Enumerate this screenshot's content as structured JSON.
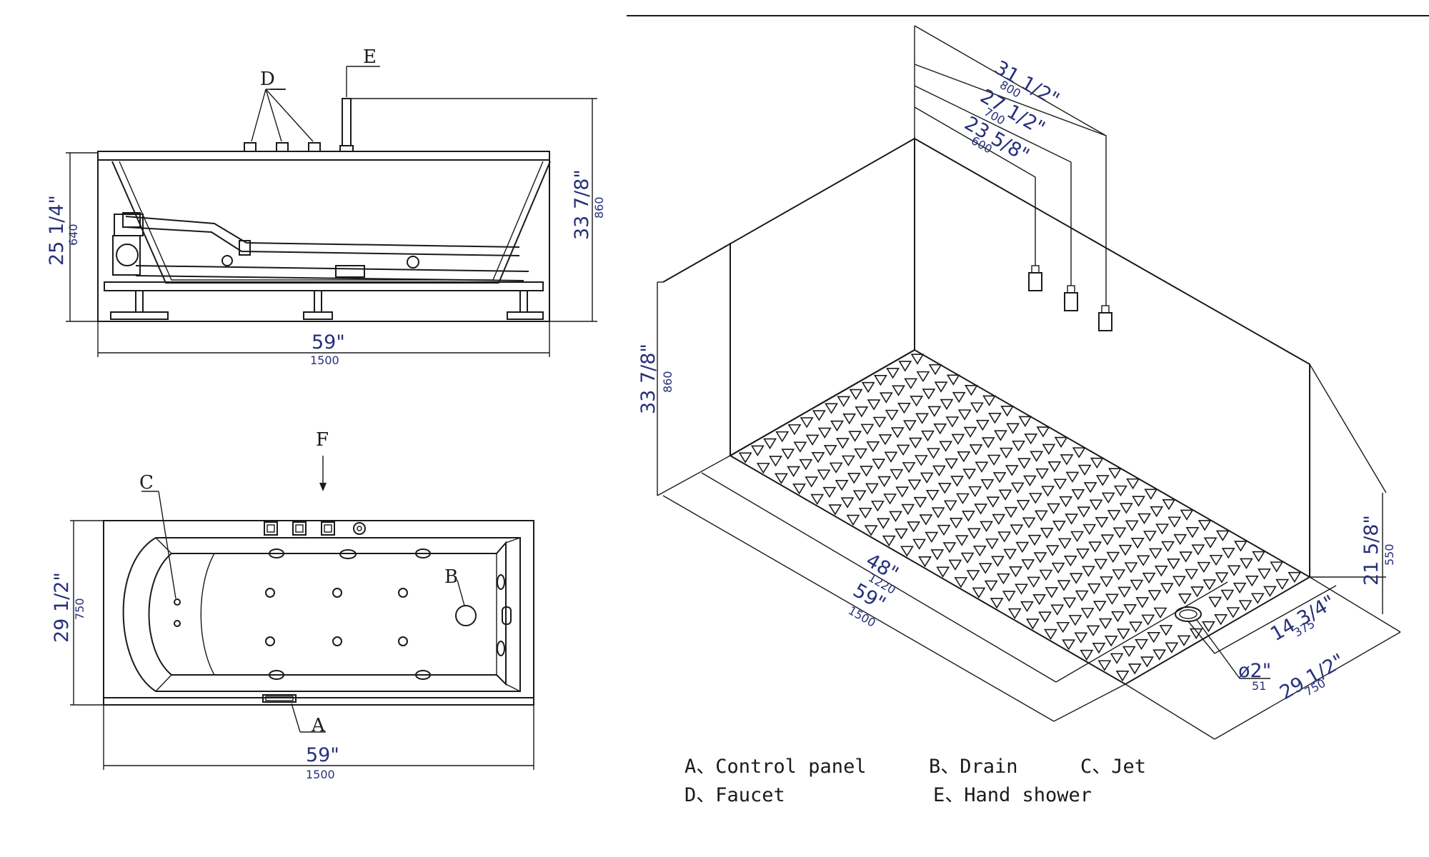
{
  "front_view": {
    "label_d": "D",
    "label_e": "E",
    "height_in": "25 1/4\"",
    "height_mm": "640",
    "total_height_in": "33 7/8\"",
    "total_height_mm": "860",
    "width_in": "59\"",
    "width_mm": "1500"
  },
  "top_view": {
    "label_f": "F",
    "label_c": "C",
    "label_b": "B",
    "label_a": "A",
    "width_in": "29 1/2\"",
    "width_mm": "750",
    "length_in": "59\"",
    "length_mm": "1500"
  },
  "iso_view": {
    "d1_in": "31 1/2\"",
    "d1_mm": "800",
    "d2_in": "27 1/2\"",
    "d2_mm": "700",
    "d3_in": "23 5/8\"",
    "d3_mm": "600",
    "height_in": "33 7/8\"",
    "height_mm": "860",
    "side_in": "21 5/8\"",
    "side_mm": "550",
    "inner_len_in": "48\"",
    "inner_len_mm": "1220",
    "len_in": "59\"",
    "len_mm": "1500",
    "drain_off_in": "14 3/4\"",
    "drain_off_mm": "375",
    "drain_in": "ø2\"",
    "drain_mm": "51",
    "width_in": "29 1/2\"",
    "width_mm": "750"
  },
  "legend": {
    "a": "A、Control panel",
    "b": "B、Drain",
    "c": "C、Jet",
    "d": "D、Faucet",
    "e": "E、Hand shower"
  }
}
